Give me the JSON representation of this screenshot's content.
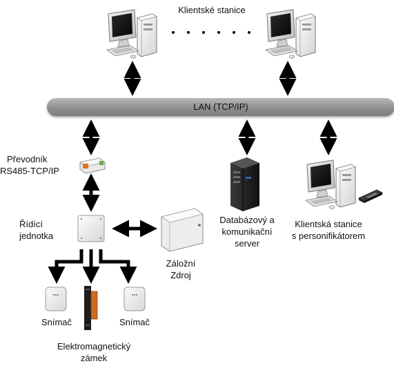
{
  "labels": {
    "client_stations": "Klientské stanice",
    "lan": "LAN (TCP/IP)",
    "converter_line1": "Převodník",
    "converter_line2": "RS485-TCP/IP",
    "control_line1": "Řídící",
    "control_line2": "jednotka",
    "db_line1": "Databázový a",
    "db_line2": "komunikační",
    "db_line3": "server",
    "client_pers_line1": "Klientská stanice",
    "client_pers_line2": "s personifikátorem",
    "backup_line1": "Záložní",
    "backup_line2": "Zdroj",
    "reader_left": "Snímač",
    "reader_right": "Snímač",
    "lock_line1": "Elektromagnetický",
    "lock_line2": "zámek"
  }
}
